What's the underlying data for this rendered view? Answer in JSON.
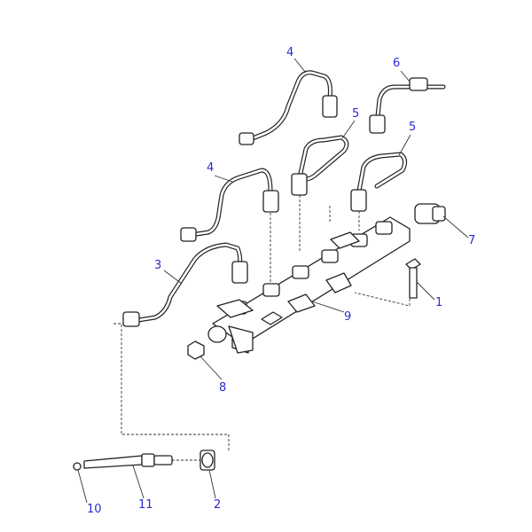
{
  "callouts": [
    {
      "id": "c4a",
      "label": "4"
    },
    {
      "id": "c6",
      "label": "6"
    },
    {
      "id": "c5a",
      "label": "5"
    },
    {
      "id": "c5b",
      "label": "5"
    },
    {
      "id": "c4b",
      "label": "4"
    },
    {
      "id": "c7",
      "label": "7"
    },
    {
      "id": "c3",
      "label": "3"
    },
    {
      "id": "c1",
      "label": "1"
    },
    {
      "id": "c9",
      "label": "9"
    },
    {
      "id": "c8",
      "label": "8"
    },
    {
      "id": "c10",
      "label": "10"
    },
    {
      "id": "c11",
      "label": "11"
    },
    {
      "id": "c2",
      "label": "2"
    }
  ],
  "colors": {
    "callout": "#2b2bd0",
    "line": "#222222"
  }
}
